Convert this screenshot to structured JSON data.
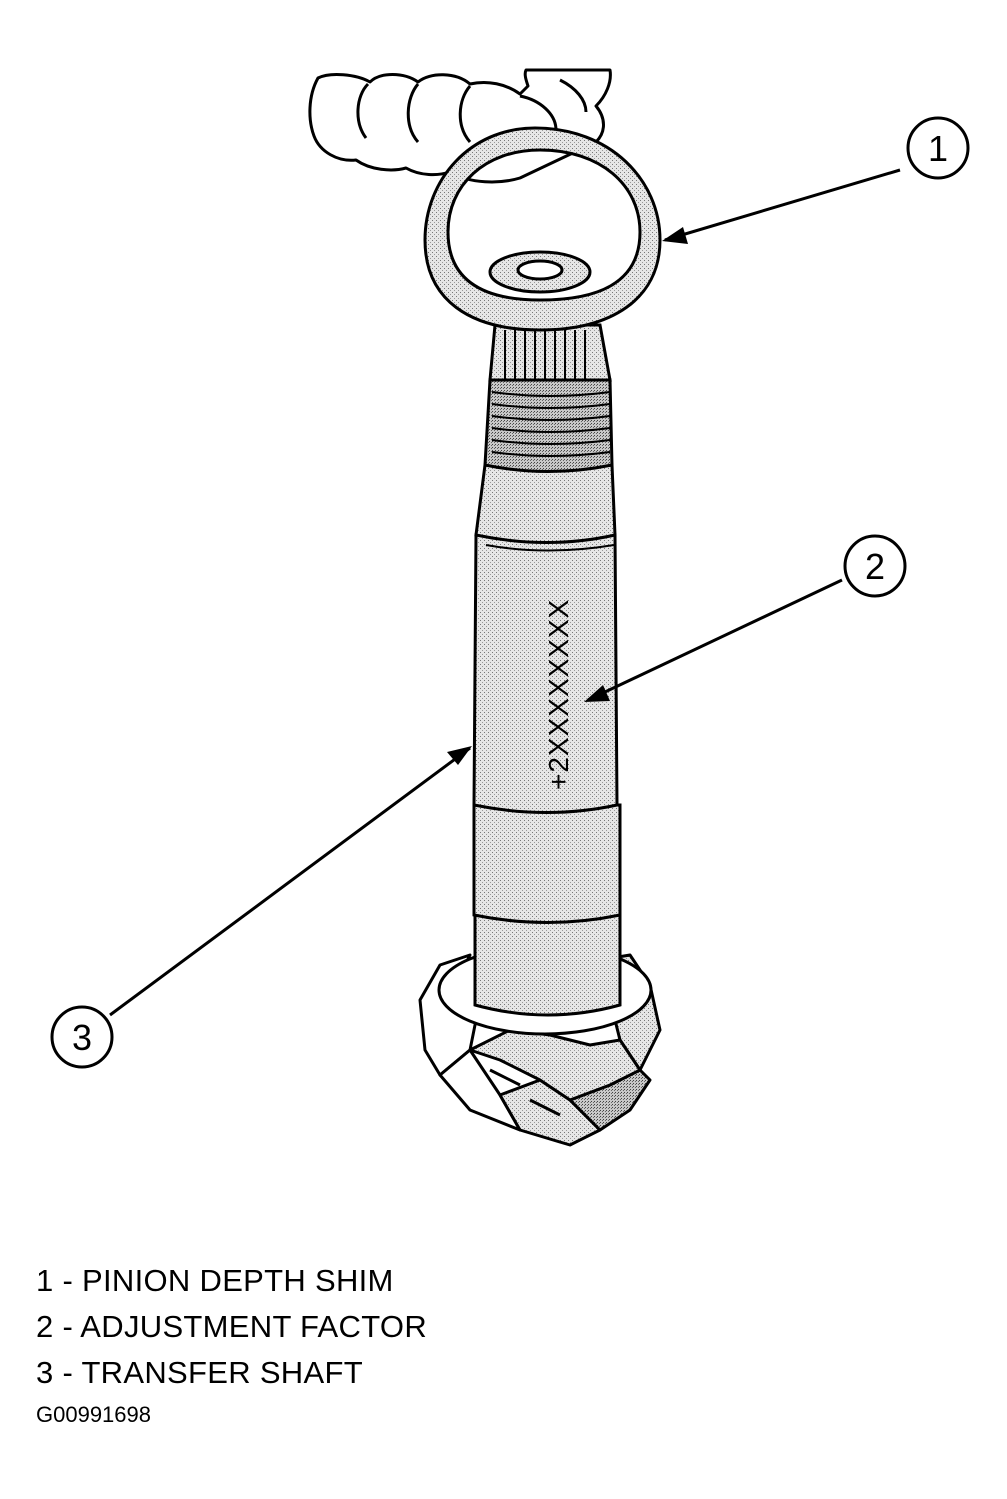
{
  "callouts": [
    {
      "number": "1",
      "label": "PINION DEPTH SHIM"
    },
    {
      "number": "2",
      "label": "ADJUSTMENT FACTOR"
    },
    {
      "number": "3",
      "label": "TRANSFER SHAFT"
    }
  ],
  "shaft_marking": "+2XXXXXXXX",
  "figure_id": "G00991698",
  "colors": {
    "line": "#000000",
    "shade": "#bdbdbd",
    "background": "#ffffff"
  }
}
